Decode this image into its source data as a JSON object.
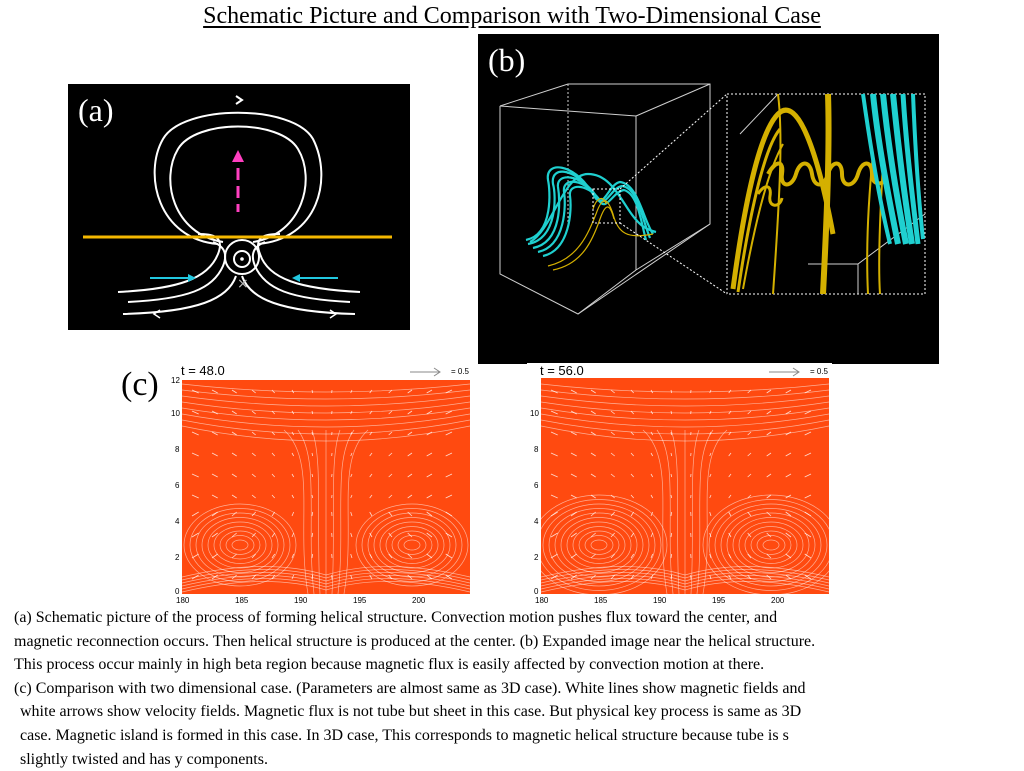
{
  "title": "Schematic Picture and Comparison with Two-Dimensional Case",
  "panels": {
    "a_label": "(a)",
    "b_label": "(b)",
    "c_label": "(c)"
  },
  "simulations": [
    {
      "time_label": "t = 48.0",
      "ref_label": "= 0.5"
    },
    {
      "time_label": "t = 56.0",
      "ref_label": "= 0.5"
    }
  ],
  "axes": {
    "y_ticks": [
      "12",
      "10",
      "8",
      "6",
      "4",
      "2",
      "0"
    ],
    "x_ticks": [
      "180",
      "185",
      "190",
      "195",
      "200"
    ]
  },
  "colors": {
    "field_background": "#ff4a10",
    "flux_cyan": "#1fd0d0",
    "flux_yellow": "#d4b000",
    "surface_line": "#f5b800",
    "arrow_magenta": "#ff3fc0",
    "arrow_cyan": "#22c8e0"
  },
  "caption": {
    "line1": "(a) Schematic picture of the process of forming helical structure. Convection motion pushes flux toward the center, and",
    "line2": "magnetic reconnection occurs. Then helical structure is produced at the center. (b) Expanded image near the helical structure.",
    "line3": "This process occur mainly in high beta region because magnetic flux is easily affected by convection motion at there.",
    "line4": "(c) Comparison with two dimensional case. (Parameters are almost same as 3D case).  White lines show magnetic fields and",
    "line5": "white arrows show velocity fields. Magnetic flux is not tube but sheet in this case. But physical key process is same as 3D",
    "line6": "case. Magnetic island is formed  in this case. In 3D case, This corresponds to magnetic helical structure because tube is s",
    "line7": "slightly twisted and has y components."
  }
}
